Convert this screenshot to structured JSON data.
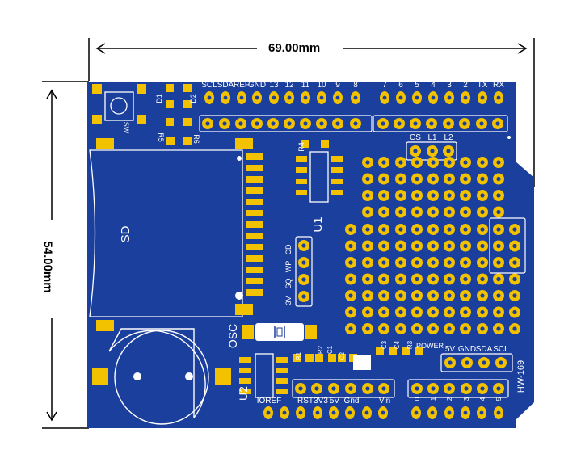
{
  "dimensions": {
    "width_label": "69.00mm",
    "height_label": "54.00mm"
  },
  "board": {
    "model": "HW-169",
    "colors": {
      "board": "#1b3f9c",
      "pad": "#f2c200",
      "hole": "#1b3f9c",
      "silk": "#ffffff",
      "line": "#000000"
    },
    "top_header_labels": [
      "SCL",
      "SDA",
      "REF",
      "GND",
      "13",
      "12",
      "11",
      "10",
      "9",
      "8",
      "7",
      "6",
      "5",
      "4",
      "3",
      "2",
      "TX",
      "RX"
    ],
    "sd": {
      "label": "SD",
      "pins": [
        "3V",
        "SQ",
        "WP",
        "CD"
      ]
    },
    "cs_pins": [
      "CS",
      "L1",
      "L2"
    ],
    "components": {
      "sw": "SW",
      "d1": "D1",
      "d2": "D2",
      "r5": "R5",
      "r6": "R6",
      "r4": "R4",
      "u1": "U1",
      "u2": "U2",
      "osc": "OSC",
      "r1": "R1",
      "r2": "R2",
      "c1": "C1",
      "c2": "C2",
      "c3": "C3",
      "c4": "C4",
      "r3": "R3",
      "power": "POWER"
    },
    "i2c_labels": [
      "5V",
      "GND",
      "SDA",
      "SCL"
    ],
    "bottom_left": {
      "ioref": "IOREF",
      "power_row": [
        "RST",
        "3V3",
        "5V",
        "Gnd",
        "",
        "Vin"
      ]
    },
    "analog_labels": [
      "0",
      "1",
      "2",
      "3",
      "4",
      "5"
    ]
  }
}
